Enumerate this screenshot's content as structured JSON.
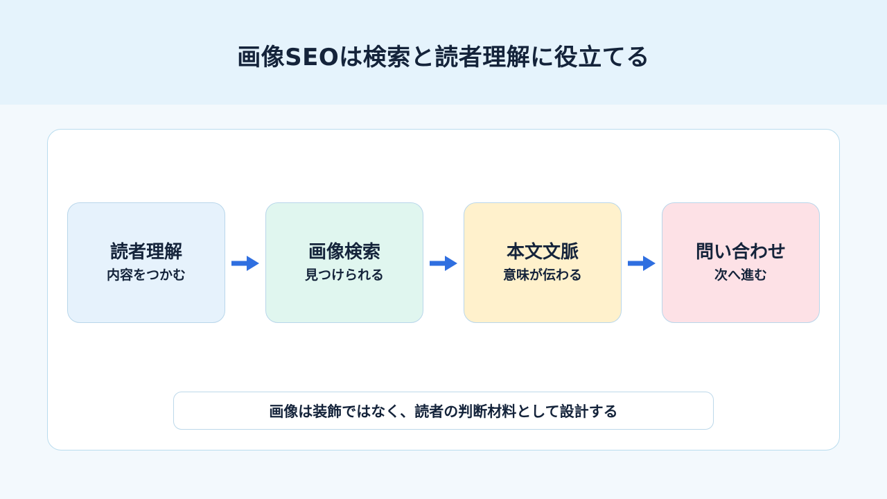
{
  "header": {
    "title": "画像SEOは検索と読者理解に役立てる"
  },
  "steps": [
    {
      "title": "読者理解",
      "subtitle": "内容をつかむ",
      "color": "#e6f2fc"
    },
    {
      "title": "画像検索",
      "subtitle": "見つけられる",
      "color": "#e0f6ef"
    },
    {
      "title": "本文文脈",
      "subtitle": "意味が伝わる",
      "color": "#fff1cc"
    },
    {
      "title": "問い合わせ",
      "subtitle": "次へ進む",
      "color": "#fde1e6"
    }
  ],
  "arrow_icon": "arrow-right-icon",
  "colors": {
    "arrow": "#2f6fe0",
    "header_bg": "#e5f3fc",
    "text": "#14233a"
  },
  "note": {
    "text": "画像は装飾ではなく、読者の判断材料として設計する"
  }
}
